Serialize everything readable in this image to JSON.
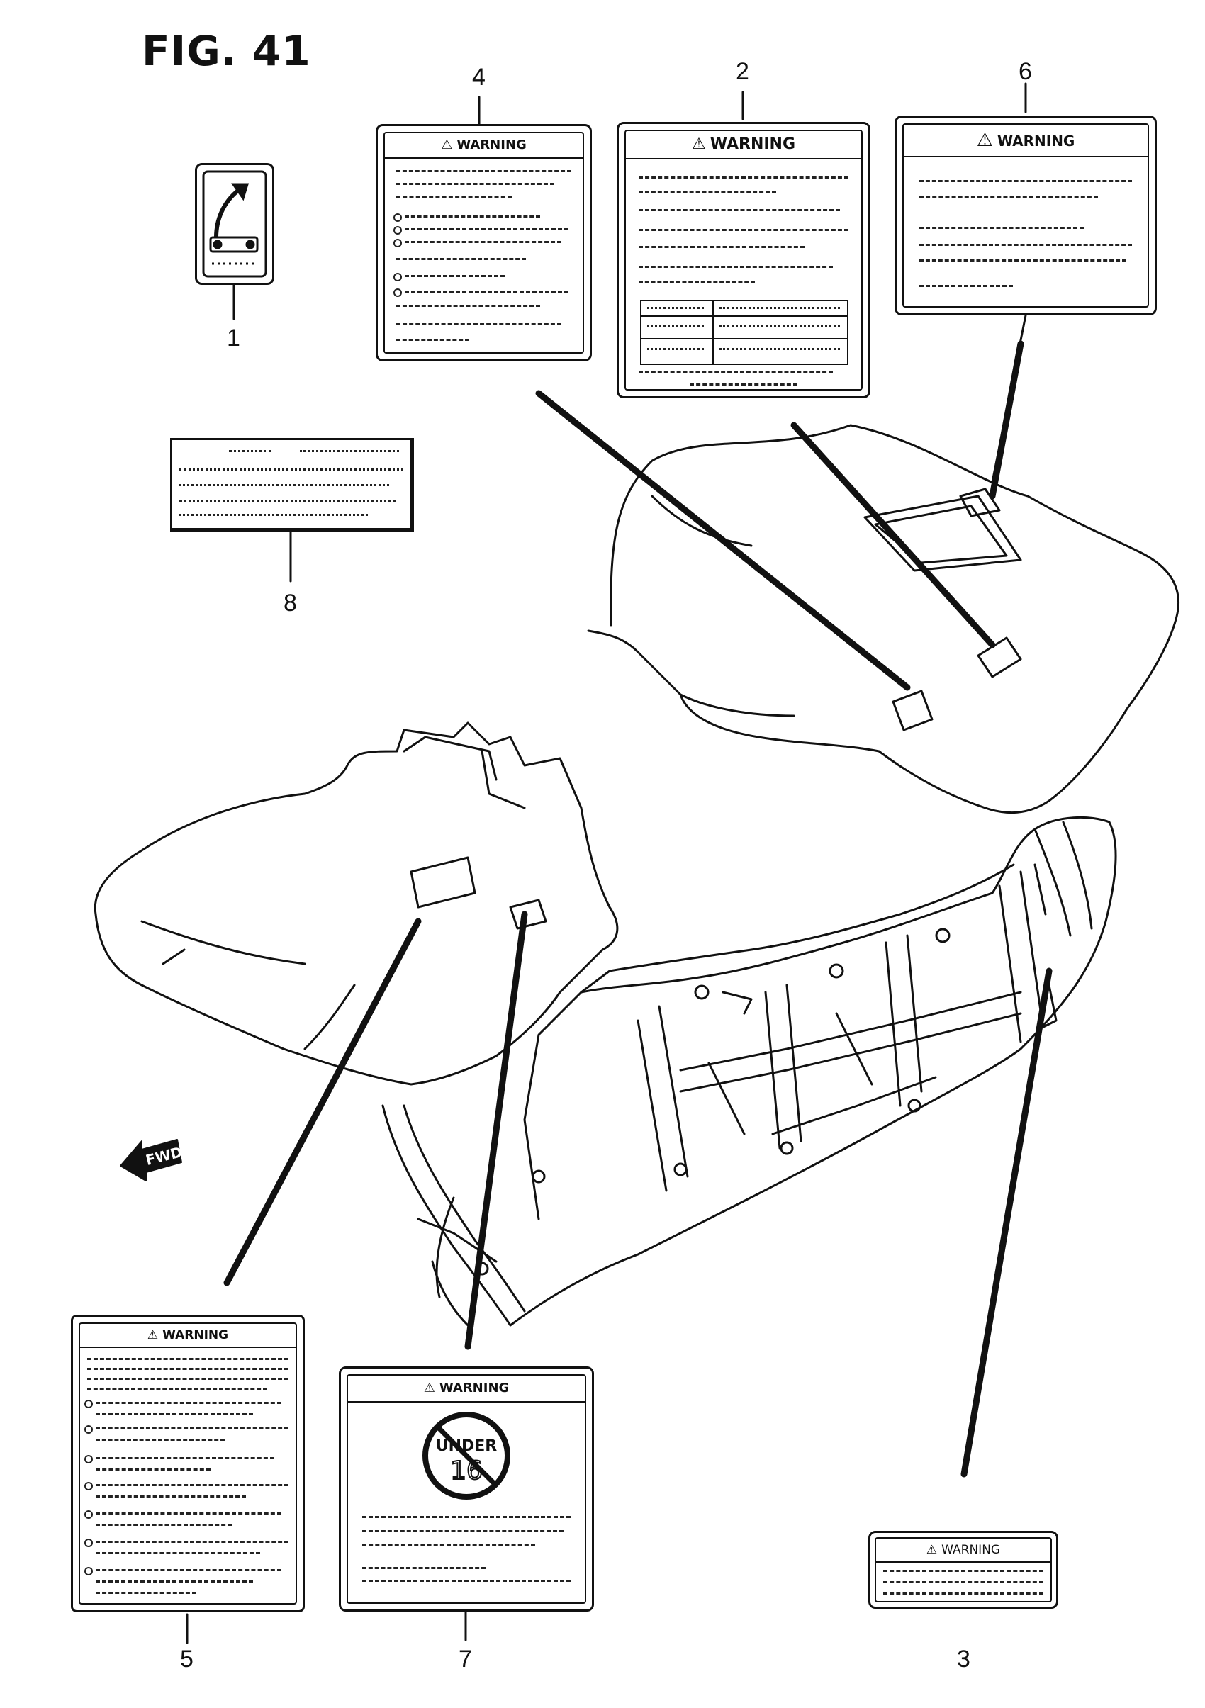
{
  "figure": {
    "title": "FIG. 41"
  },
  "callouts": [
    "1",
    "2",
    "3",
    "4",
    "5",
    "6",
    "7",
    "8"
  ],
  "labels": {
    "warning_label_2": {
      "header": "WARNING"
    },
    "warning_label_3": {
      "header": "WARNING"
    },
    "warning_label_4": {
      "header": "WARNING"
    },
    "warning_label_5": {
      "header": "WARNING"
    },
    "warning_label_6": {
      "header": "WARNING"
    },
    "warning_label_7": {
      "header": "WARNING",
      "badge_top": "UNDER",
      "badge_number": "16"
    }
  },
  "direction_marker": {
    "text": "FWD"
  },
  "icons": [
    "warning-triangle-icon",
    "no-under-16-icon",
    "fwd-arrow-icon",
    "gear-shift-icon"
  ]
}
